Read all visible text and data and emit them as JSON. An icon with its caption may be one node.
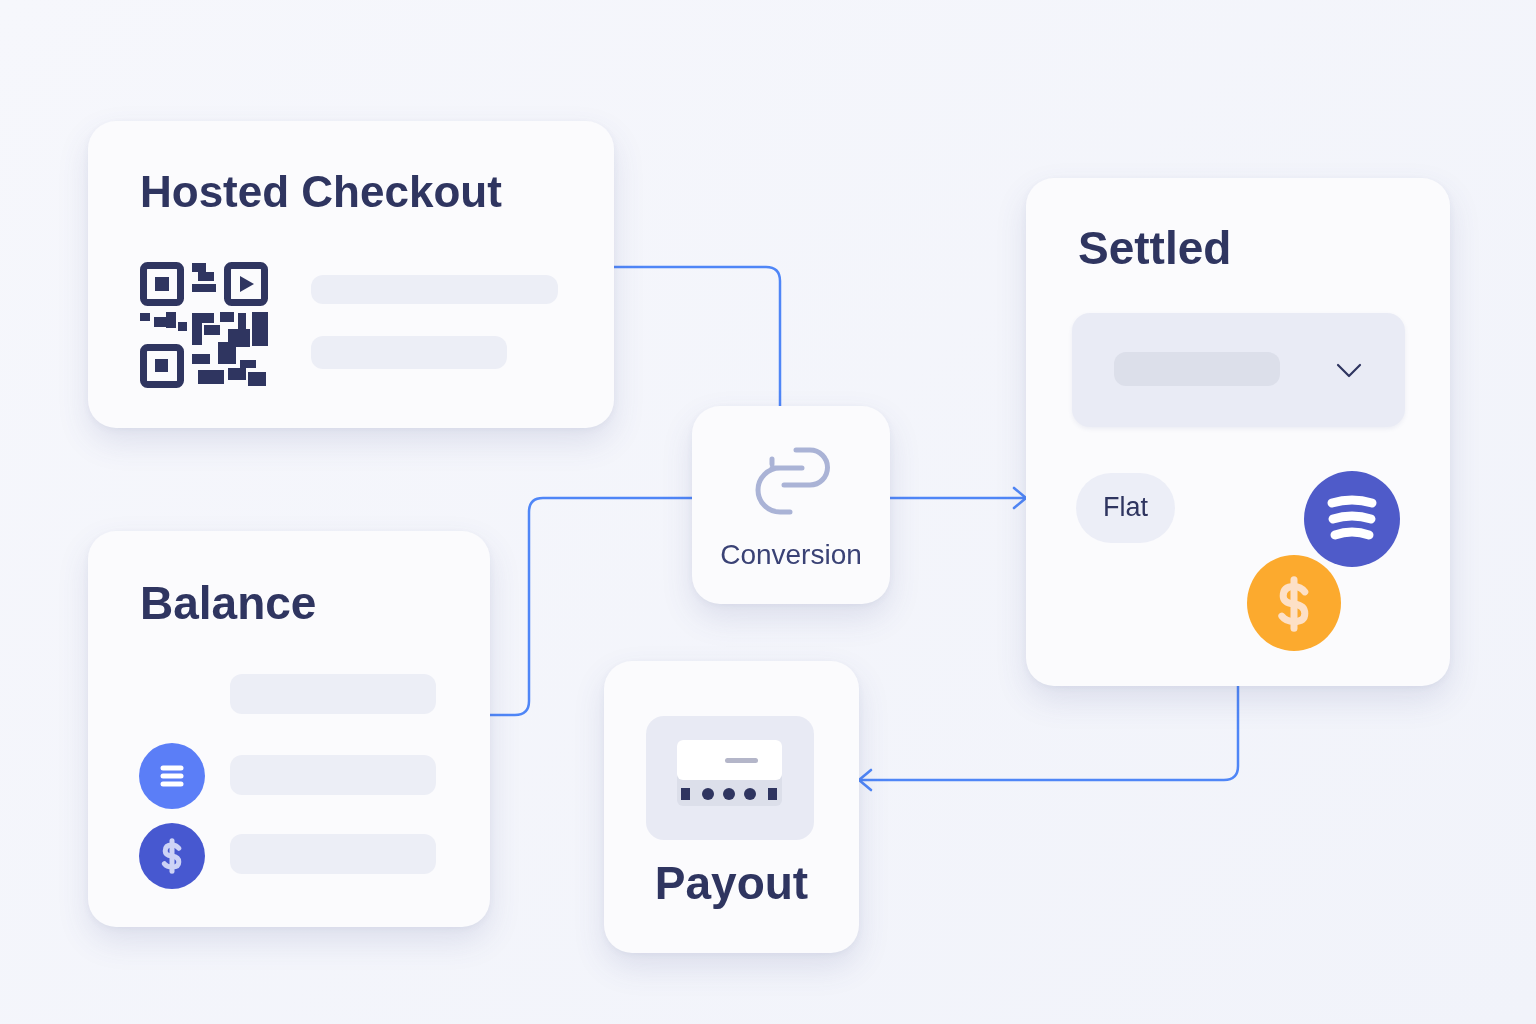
{
  "diagram": {
    "nodes": [
      {
        "text": [
          "Hosted Checkout"
        ]
      },
      {
        "text": [
          "Settled"
        ]
      },
      {
        "text": [
          "Flat"
        ],
        "in": 1
      },
      {
        "text": [
          "Conversion"
        ]
      },
      {
        "text": [
          "Balance"
        ]
      },
      {
        "text": [
          "Payout"
        ]
      }
    ],
    "edges": [
      {
        "from": 0,
        "to": 3,
        "arrow": "none"
      },
      {
        "from": 4,
        "to": 3,
        "arrow": "none"
      },
      {
        "from": 3,
        "to": 1,
        "arrow": "to"
      },
      {
        "from": 1,
        "to": 5,
        "arrow": "to"
      }
    ]
  }
}
